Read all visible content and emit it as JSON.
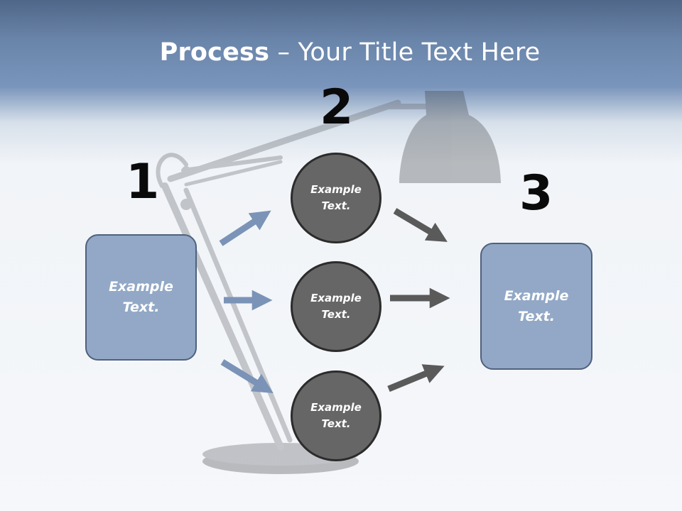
{
  "slide": {
    "title_bold": "Process",
    "title_rest": " – Your Title Text Here"
  },
  "steps": {
    "step1_number": "1",
    "step2_number": "2",
    "step3_number": "3"
  },
  "boxes": {
    "left_text": "Example Text.",
    "right_text": "Example Text."
  },
  "circles": [
    {
      "text": "Example Text."
    },
    {
      "text": "Example Text."
    },
    {
      "text": "Example Text."
    }
  ],
  "colors": {
    "header": "#6a85aa",
    "box_fill": "#92a8c6",
    "circle_fill": "#666666",
    "arrow_blue": "#7b93b7",
    "arrow_gray": "#5a5a5a"
  }
}
